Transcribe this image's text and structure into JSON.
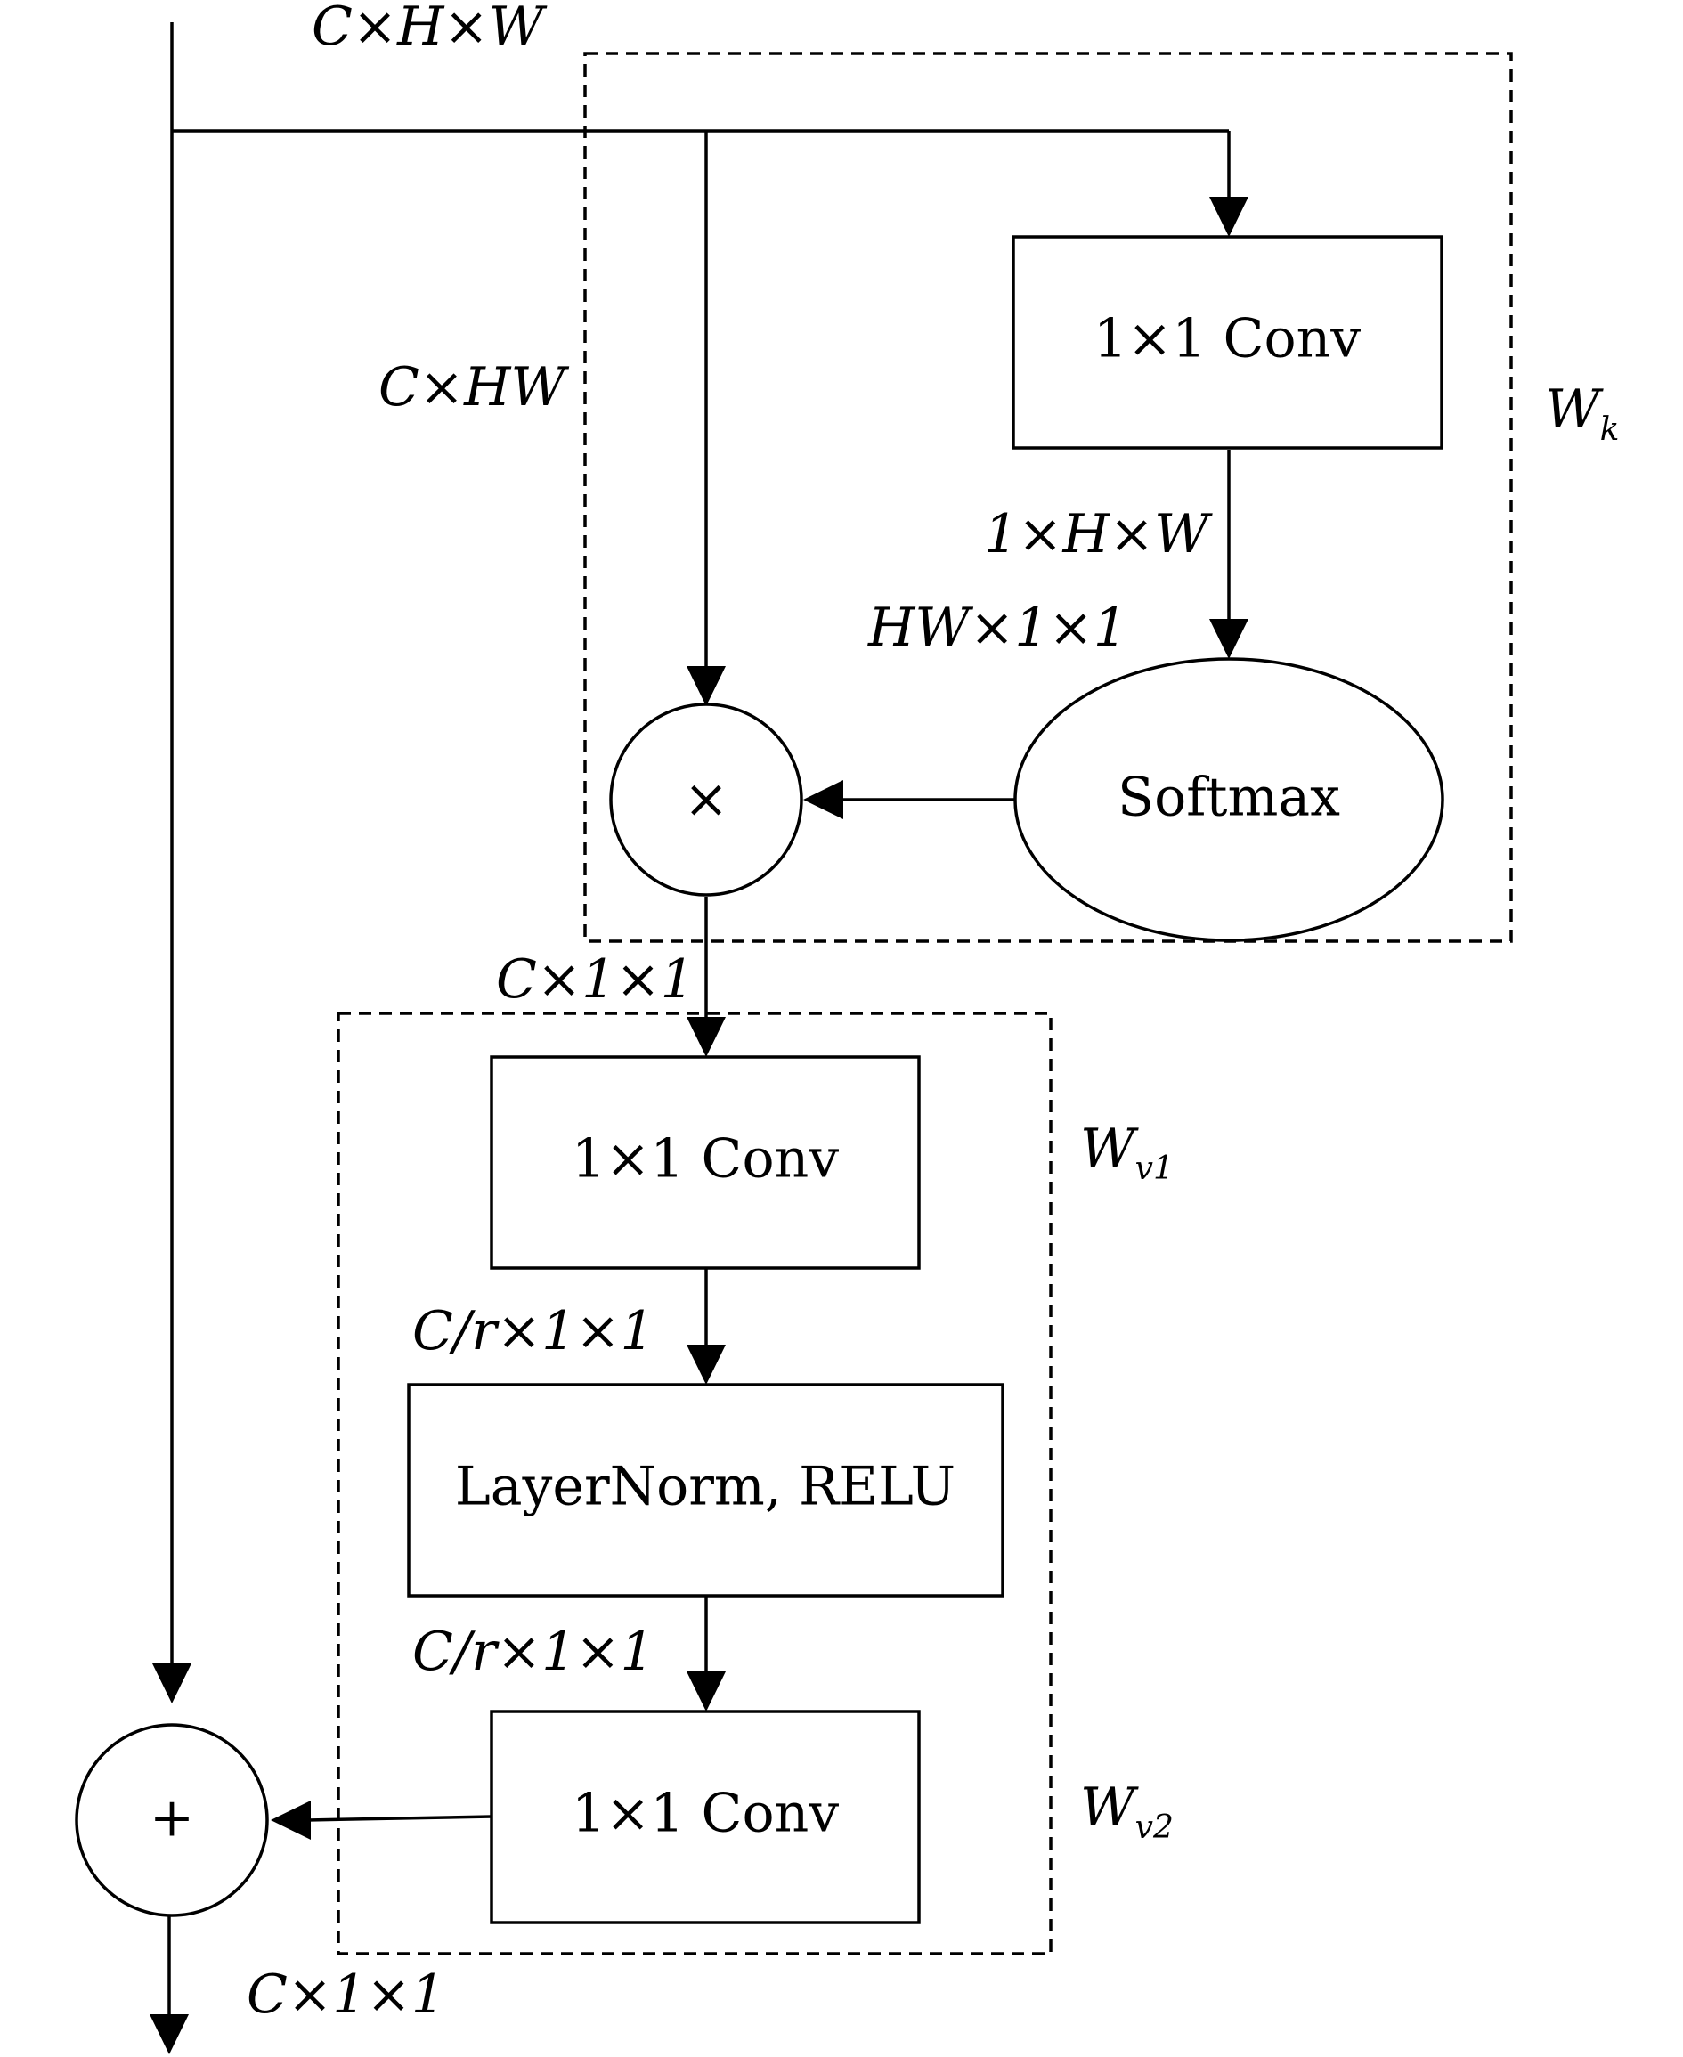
{
  "nodes": {
    "wk_conv": "1×1   Conv",
    "softmax": "Softmax",
    "multiply": "×",
    "wv1_conv": "1×1   Conv",
    "layernorm_relu": "LayerNorm, RELU",
    "wv2_conv": "1×1   Conv",
    "add": "+"
  },
  "edge_labels": {
    "input_shape": "C×H×W",
    "reshaped_input": "C×HW",
    "conv_out": "1×H×W",
    "softmax_in": "HW×1×1",
    "context": "C×1×1",
    "bottleneck_1": "C/r×1×1",
    "bottleneck_2": "C/r×1×1",
    "output_shape": "C×1×1"
  },
  "group_labels": {
    "wk": {
      "base": "W",
      "sub": "k"
    },
    "wv1": {
      "base": "W",
      "sub": "v1"
    },
    "wv2": {
      "base": "W",
      "sub": "v2"
    }
  }
}
